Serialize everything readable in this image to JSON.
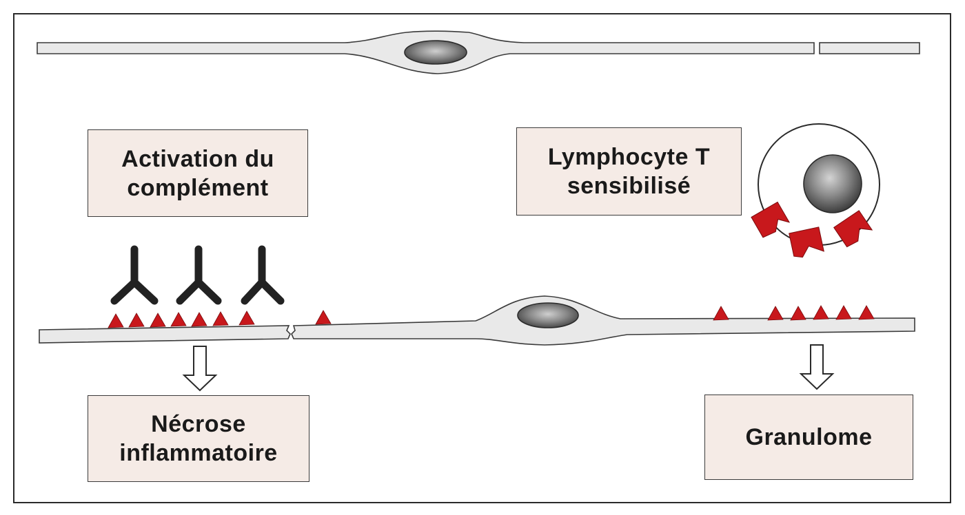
{
  "labels": {
    "complement": {
      "line1": "Activation du",
      "line2": "complément"
    },
    "lymphocyte": {
      "line1": "Lymphocyte T",
      "line2": "sensibilisé"
    },
    "necrose": {
      "line1": "Nécrose",
      "line2": "inflammatoire"
    },
    "granulome": {
      "line1": "Granulome"
    }
  },
  "colors": {
    "antigen": "#c8181c",
    "antibody": "#222222",
    "fiber_fill": "#e9e9e9",
    "box_fill": "#f5ebe6",
    "outline": "#3a3a3a"
  },
  "counts": {
    "antibodies": 3,
    "receptors": 3,
    "antigens": 14
  },
  "icons": {
    "antibody": "y-shaped-antibody-icon",
    "arrow": "hollow-down-arrow-icon",
    "receptor": "notched-receptor-icon"
  }
}
